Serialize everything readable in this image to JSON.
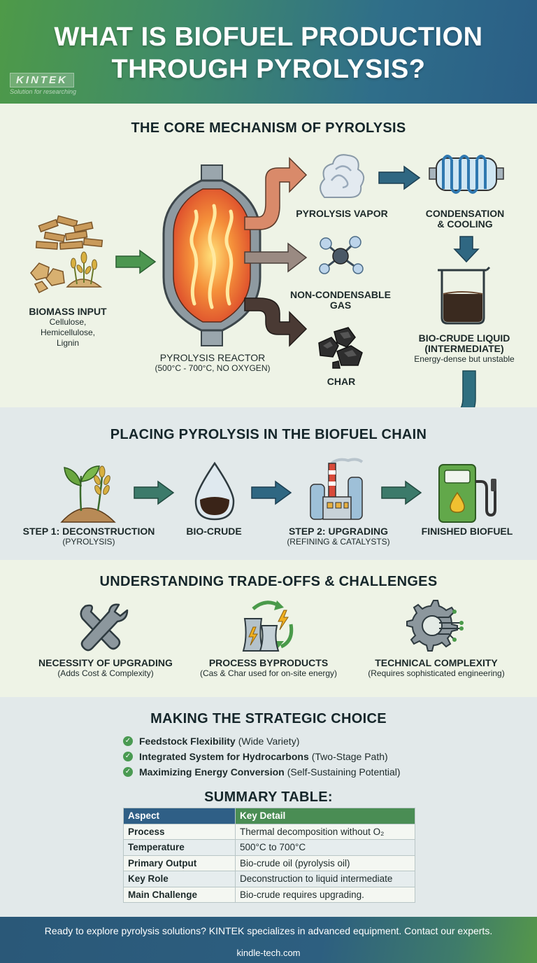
{
  "header": {
    "title_line1": "WHAT IS BIOFUEL PRODUCTION",
    "title_line2": "THROUGH PYROLYSIS?",
    "logo_brand": "KINTEK",
    "logo_tagline": "Solution for researching"
  },
  "mechanism": {
    "heading": "THE CORE MECHANISM OF PYROLYSIS",
    "biomass_title": "BIOMASS INPUT",
    "biomass_sub1": "Cellulose,",
    "biomass_sub2": "Hemicellulose,",
    "biomass_sub3": "Lignin",
    "reactor_title": "PYROLYSIS REACTOR",
    "reactor_sub": "(500°C - 700°C, NO OXYGEN)",
    "vapor": "PYROLYSIS VAPOR",
    "gas_line1": "NON-CONDENSABLE",
    "gas_line2": "GAS",
    "char": "CHAR",
    "condense_line1": "CONDENSATION",
    "condense_line2": "& COOLING",
    "biocrude_line1": "BIO-CRUDE LIQUID",
    "biocrude_line2": "(INTERMEDIATE)",
    "biocrude_sub": "Energy-dense but unstable"
  },
  "chain": {
    "heading": "PLACING PYROLYSIS IN THE BIOFUEL CHAIN",
    "step1_title": "STEP 1: DECONSTRUCTION",
    "step1_sub": "(PYROLYSIS)",
    "biocrude": "BIO-CRUDE",
    "step2_title": "STEP 2: UPGRADING",
    "step2_sub": "(REFINING & CATALYSTS)",
    "finished": "FINISHED BIOFUEL"
  },
  "tradeoffs": {
    "heading": "UNDERSTANDING TRADE-OFFS & CHALLENGES",
    "items": [
      {
        "title": "NECESSITY OF UPGRADING",
        "sub": "(Adds Cost & Complexity)"
      },
      {
        "title": "PROCESS BYPRODUCTS",
        "sub": "(Cas & Char used for on-site energy)"
      },
      {
        "title": "TECHNICAL COMPLEXITY",
        "sub": "(Requires sophisticated engineering)"
      }
    ]
  },
  "strategic": {
    "heading": "MAKING THE STRATEGIC CHOICE",
    "items": [
      {
        "bold": "Feedstock Flexibility",
        "rest": "(Wide Variety)"
      },
      {
        "bold": "Integrated System for Hydrocarbons",
        "rest": "(Two-Stage Path)"
      },
      {
        "bold": "Maximizing Energy Conversion",
        "rest": "(Self-Sustaining Potential)"
      }
    ]
  },
  "summary": {
    "heading": "SUMMARY TABLE:",
    "col1": "Aspect",
    "col2": "Key Detail",
    "rows": [
      {
        "aspect": "Process",
        "detail": "Thermal decomposition without O₂"
      },
      {
        "aspect": "Temperature",
        "detail": "500°C to 700°C"
      },
      {
        "aspect": "Primary Output",
        "detail": "Bio-crude oil (pyrolysis oil)"
      },
      {
        "aspect": "Key Role",
        "detail": "Deconstruction to liquid intermediate"
      },
      {
        "aspect": "Main Challenge",
        "detail": "Bio-crude requires upgrading."
      }
    ]
  },
  "footer": {
    "cta": "Ready to explore pyrolysis solutions? KINTEK specializes in advanced equipment. Contact our experts.",
    "url": "kindle-tech.com"
  },
  "colors": {
    "green": "#4e9a48",
    "blue": "#2a5e86",
    "arrow_green": "#3f8a4c",
    "arrow_blue": "#2f5f80"
  }
}
